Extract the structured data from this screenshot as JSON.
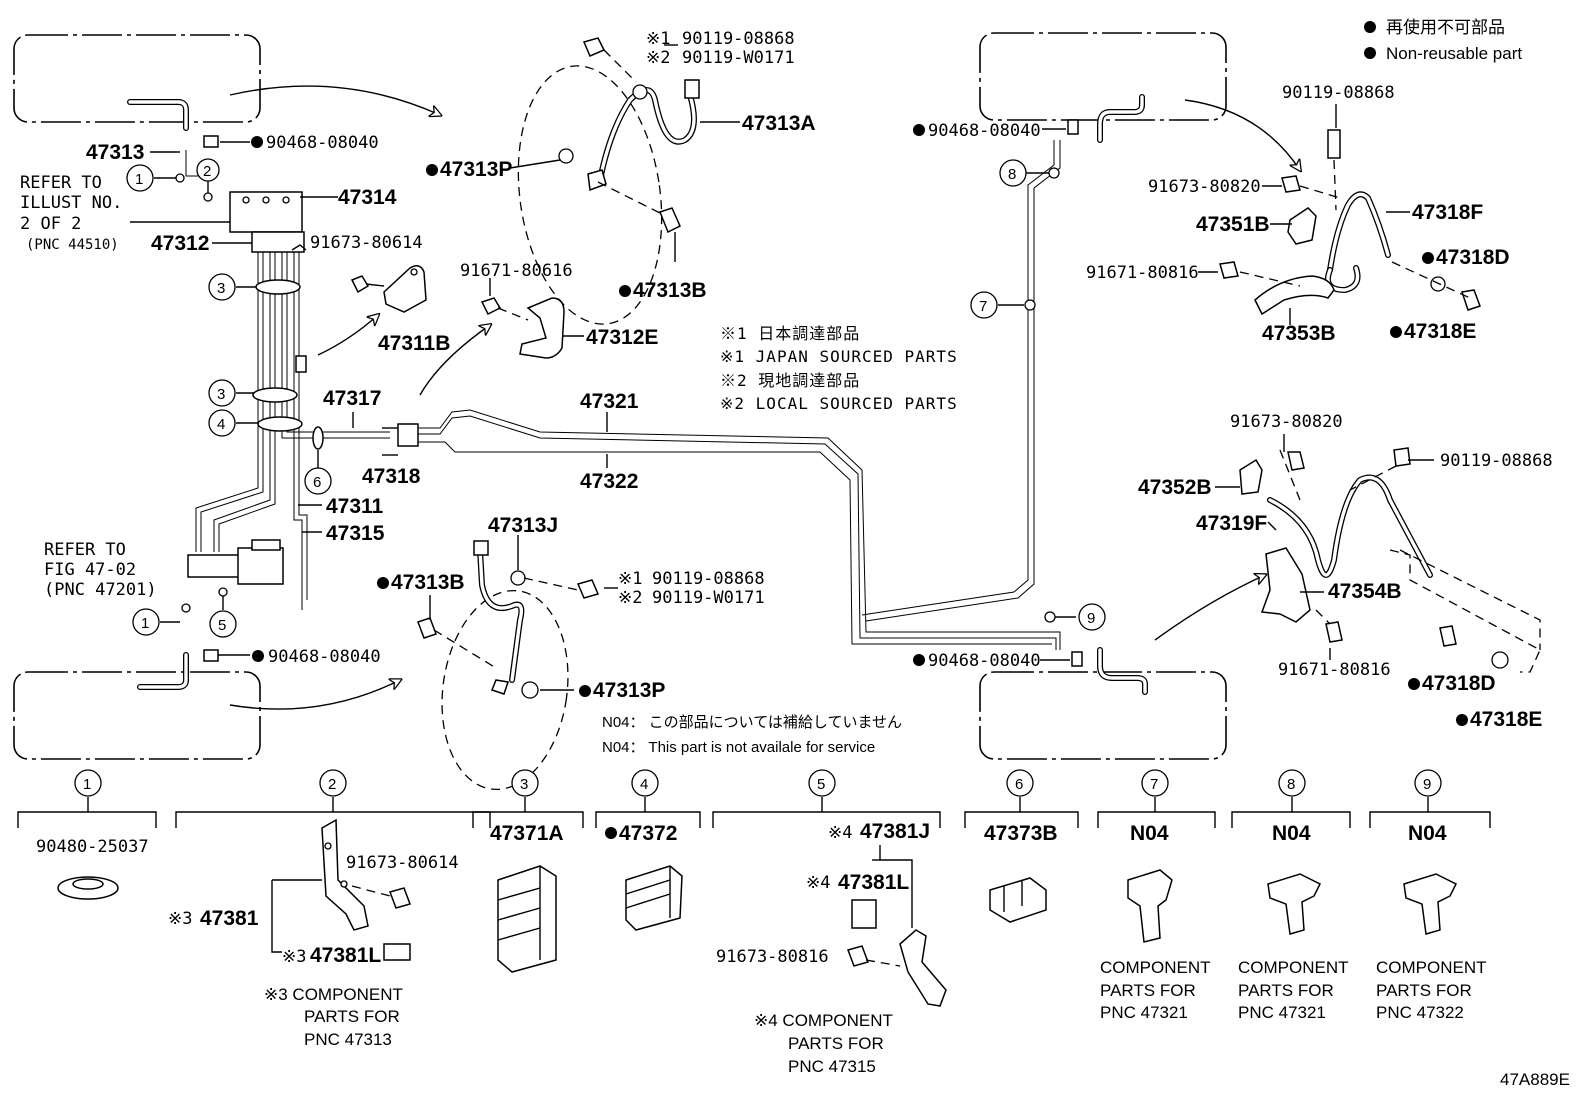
{
  "legend": {
    "jp": "再使用不可部品",
    "en": "Non-reusable part"
  },
  "refs": {
    "r1": [
      "REFER TO",
      "ILLUST NO.",
      "2 OF 2",
      "(PNC 44510)"
    ],
    "r2": [
      "REFER TO",
      "FIG 47-02",
      "(PNC 47201)"
    ]
  },
  "labels": {
    "p47313": "47313",
    "p90468a": "90468-08040",
    "p47314": "47314",
    "p47312": "47312",
    "p91673_80614": "91673-80614",
    "p47311B": "47311B",
    "p47317": "47317",
    "p47318": "47318",
    "p47311": "47311",
    "p47315": "47315",
    "p90468b": "90468-08040",
    "p90119_08868a": "90119-08868",
    "p90119_W0171a": "90119-W0171",
    "p47313A": "47313A",
    "p47313P_a": "47313P",
    "p47313B_a": "47313B",
    "p91671_80616": "91671-80616",
    "p47312E": "47312E",
    "p47321": "47321",
    "p47322": "47322",
    "p47313J": "47313J",
    "p47313B_b": "47313B",
    "p90119_08868b": "90119-08868",
    "p90119_W0171b": "90119-W0171",
    "p47313P_b": "47313P",
    "p90468c": "90468-08040",
    "p90468d": "90468-08040",
    "p90119_08868c": "90119-08868",
    "p91673_80820a": "91673-80820",
    "p47351B": "47351B",
    "p47318F": "47318F",
    "p47318D_a": "47318D",
    "p91671_80816a": "91671-80816",
    "p47353B": "47353B",
    "p47318E_a": "47318E",
    "p91673_80820b": "91673-80820",
    "p90119_08868d": "90119-08868",
    "p47352B": "47352B",
    "p47319F": "47319F",
    "p47354B": "47354B",
    "p91671_80816b": "91671-80816",
    "p47318D_b": "47318D",
    "p47318E_b": "47318E"
  },
  "marks": {
    "m1": "※1",
    "m2": "※2",
    "m3": "※3",
    "m4": "※4"
  },
  "notes": {
    "n1jp": "※1 日本調達部品",
    "n1en": "※1 JAPAN SOURCED PARTS",
    "n2jp": "※2 現地調達部品",
    "n2en": "※2 LOCAL SOURCED PARTS",
    "n04jp": "N04： この部品については補給していません",
    "n04en": "N04： This part is not availale for service"
  },
  "callouts": [
    "1",
    "2",
    "3",
    "4",
    "5",
    "6",
    "7",
    "8",
    "9"
  ],
  "bottom": {
    "c1": "90480-25037",
    "c2a": "91673-80614",
    "c2b": "47381",
    "c2c": "47381L",
    "c2cap": [
      "※3 COMPONENT",
      "PARTS FOR",
      "PNC 47313"
    ],
    "c3": "47371A",
    "c4": "47372",
    "c5a": "47381J",
    "c5b": "47381L",
    "c5c": "91673-80816",
    "c5cap": [
      "※4 COMPONENT",
      "PARTS FOR",
      "PNC 47315"
    ],
    "c6": "47373B",
    "c7": "N04",
    "c7cap": [
      "COMPONENT",
      "PARTS FOR",
      "PNC 47321"
    ],
    "c8": "N04",
    "c8cap": [
      "COMPONENT",
      "PARTS FOR",
      "PNC 47321"
    ],
    "c9": "N04",
    "c9cap": [
      "COMPONENT",
      "PARTS FOR",
      "PNC 47322"
    ]
  },
  "figure_id": "47A889E"
}
